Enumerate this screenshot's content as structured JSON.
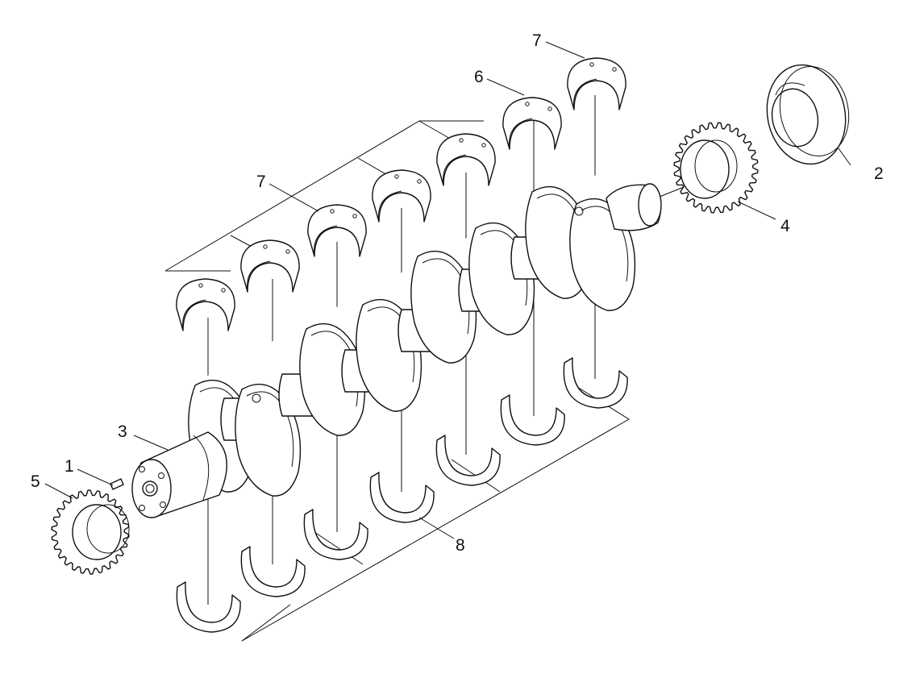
{
  "callouts": {
    "c1": "1",
    "c2": "2",
    "c3": "3",
    "c4": "4",
    "c5": "5",
    "c6": "6",
    "c7a": "7",
    "c7b": "7",
    "c8": "8"
  }
}
